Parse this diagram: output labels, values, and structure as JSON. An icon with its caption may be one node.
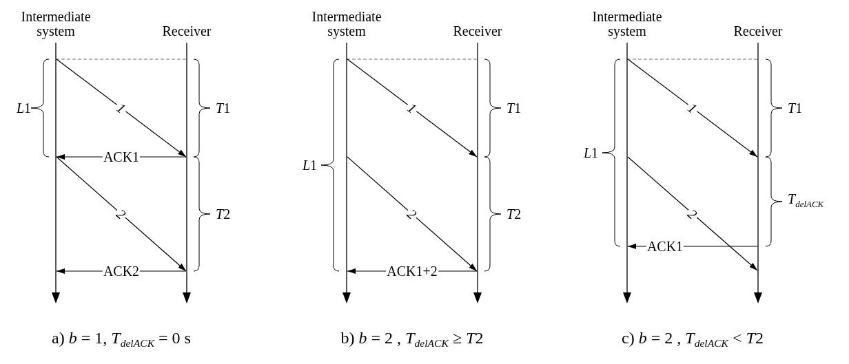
{
  "diagram": {
    "nodes": [
      {
        "text": [
          "Intermediate system"
        ]
      },
      {
        "text": [
          "Receiver"
        ]
      },
      {
        "text": [
          "Intermediate system"
        ]
      },
      {
        "text": [
          "Receiver"
        ]
      },
      {
        "text": [
          "Intermediate system"
        ]
      },
      {
        "text": [
          "Receiver"
        ]
      }
    ],
    "edges": [
      {
        "from": 0,
        "to": 1,
        "arrow": "to",
        "label": "1"
      },
      {
        "from": 1,
        "to": 0,
        "arrow": "to",
        "label": "ACK1"
      },
      {
        "from": 0,
        "to": 1,
        "arrow": "to",
        "label": "2"
      },
      {
        "from": 1,
        "to": 0,
        "arrow": "to",
        "label": "ACK2"
      },
      {
        "from": 2,
        "to": 3,
        "arrow": "to",
        "label": "1"
      },
      {
        "from": 2,
        "to": 3,
        "arrow": "to",
        "label": "2"
      },
      {
        "from": 3,
        "to": 2,
        "arrow": "to",
        "label": "ACK1+2"
      },
      {
        "from": 4,
        "to": 5,
        "arrow": "to",
        "label": "1"
      },
      {
        "from": 4,
        "to": 5,
        "arrow": "to",
        "label": "2"
      },
      {
        "from": 5,
        "to": 4,
        "arrow": "to",
        "label": "ACK1"
      }
    ],
    "labels": [
      "L1",
      "T1",
      "T2",
      "a) *b* = 1, T$_{delACK}$ = 0 s",
      "L1",
      "T1",
      "T2",
      "b) *b* = 2 , T$_{delACK}$ ≥ T2",
      "L1",
      "T1",
      "T$_{delACK}$",
      "c) *b* = 2 , T$_{delACK}$ < T2"
    ]
  }
}
